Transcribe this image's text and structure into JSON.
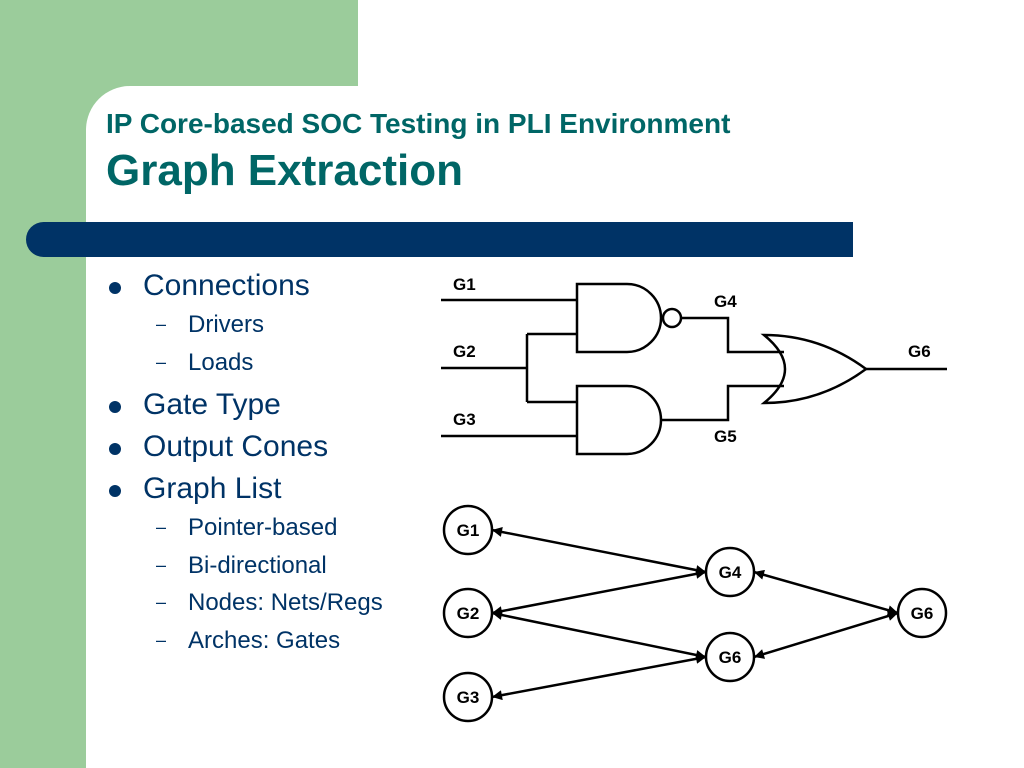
{
  "slide": {
    "title_line1": "IP Core-based SOC Testing in PLI Environment",
    "title_line2": "Graph Extraction",
    "colors": {
      "accent_green": "#9bcc9b",
      "title_teal": "#006666",
      "navy": "#003366"
    }
  },
  "outline": {
    "connections": {
      "label": "Connections",
      "sub": [
        "Drivers",
        "Loads"
      ]
    },
    "gate_type": {
      "label": "Gate Type"
    },
    "output_cones": {
      "label": "Output Cones"
    },
    "graph_list": {
      "label": "Graph List",
      "sub": [
        "Pointer-based",
        "Bi-directional",
        "Nodes: Nets/Regs",
        "Arches: Gates"
      ]
    }
  },
  "circuit": {
    "labels": {
      "g1": "G1",
      "g2": "G2",
      "g3": "G3",
      "g4": "G4",
      "g5": "G5",
      "g6": "G6"
    },
    "gates": [
      "nand-gate",
      "and-gate",
      "or-gate"
    ]
  },
  "graph": {
    "nodes": {
      "g1": "G1",
      "g2": "G2",
      "g3": "G3",
      "g4": "G4",
      "g5": "G6",
      "g6": "G6"
    }
  },
  "dash_glyph": "–"
}
